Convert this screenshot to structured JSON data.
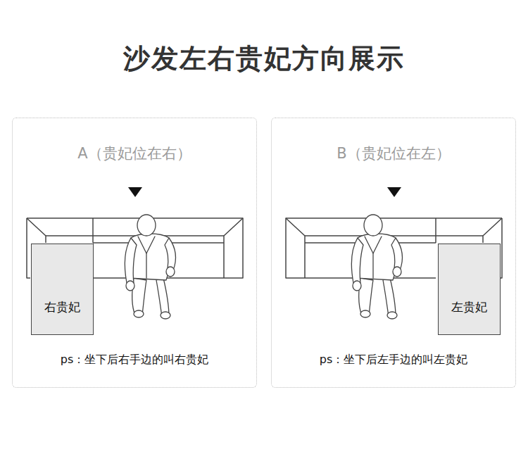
{
  "diagram": {
    "title": "沙发左右贵妃方向展示",
    "nodes": [
      {
        "text": [
          "A（贵妃位在右）",
          "ps：坐下后右手边的叫右贵妃"
        ]
      },
      {
        "text": [
          "右贵妃"
        ],
        "in": 0
      },
      {
        "text": [
          "B（贵妃位在左）",
          "ps：坐下后左手边的叫左贵妃"
        ]
      },
      {
        "text": [
          "左贵妃"
        ],
        "in": 2
      }
    ]
  }
}
